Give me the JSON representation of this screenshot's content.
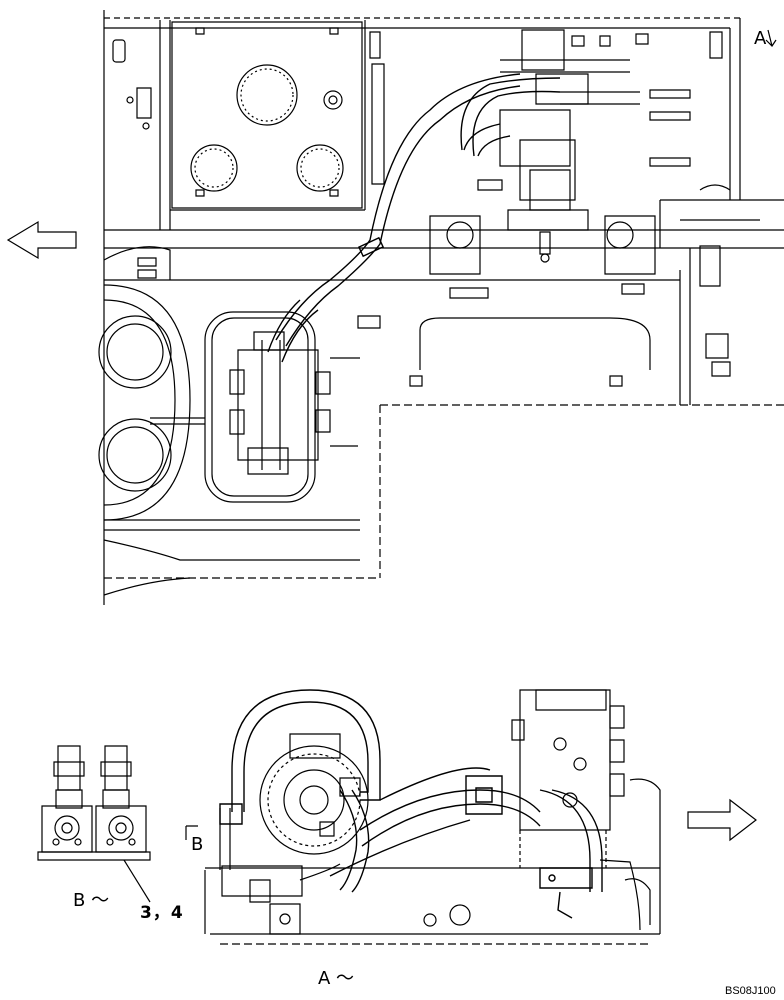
{
  "labels": {
    "view_a_marker": "A",
    "view_b_marker": "B",
    "view_b_caption": "B ～",
    "part_ref": "3，4",
    "view_a_caption": "A ～",
    "drawing_code": "BS08J100"
  },
  "colors": {
    "line": "#000000",
    "background": "#ffffff"
  },
  "icons": {
    "direction_left": "left-arrow-icon",
    "direction_right": "right-arrow-icon"
  }
}
